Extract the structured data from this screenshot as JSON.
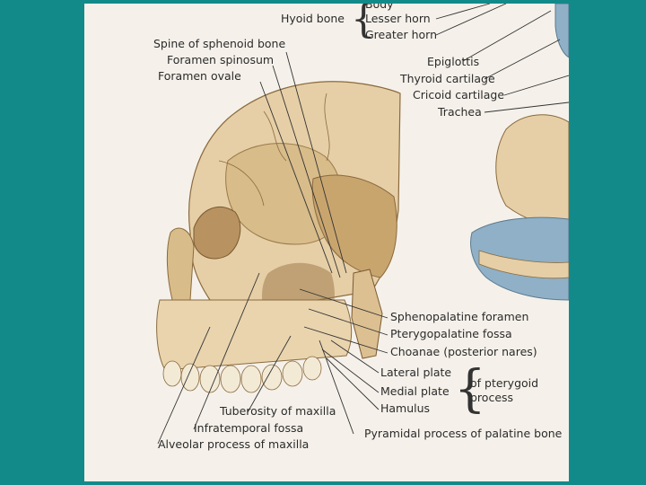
{
  "labels": {
    "body": "Body",
    "hyoid_bone": "Hyoid bone",
    "lesser_horn": "Lesser horn",
    "greater_horn": "Greater horn",
    "epiglottis": "Epiglottis",
    "thyroid_cartilage": "Thyroid cartilage",
    "cricoid_cartilage": "Cricoid cartilage",
    "trachea": "Trachea",
    "spine_of_sphenoid": "Spine of sphenoid bone",
    "foramen_spinosum": "Foramen spinosum",
    "foramen_ovale": "Foramen ovale",
    "sphenopalatine_foramen": "Sphenopalatine foramen",
    "pterygopalatine_fossa": "Pterygopalatine fossa",
    "choanae": "Choanae (posterior nares)",
    "lateral_plate": "Lateral plate",
    "medial_plate": "Medial plate",
    "hamulus": "Hamulus",
    "of_pterygoid": "of pterygoid",
    "process": "process",
    "tuberosity_of_maxilla": "Tuberosity of maxilla",
    "infratemporal_fossa": "Infratemporal fossa",
    "alveolar_process": "Alveolar process of maxilla",
    "pyramidal_process": "Pyramidal process of palatine bone"
  },
  "colors": {
    "background": "#138a8a",
    "plate": "#f5f1ea",
    "bone": "#e6cfa6",
    "bone_shadow": "#a07c4c",
    "cartilage": "#8fb0c6"
  }
}
